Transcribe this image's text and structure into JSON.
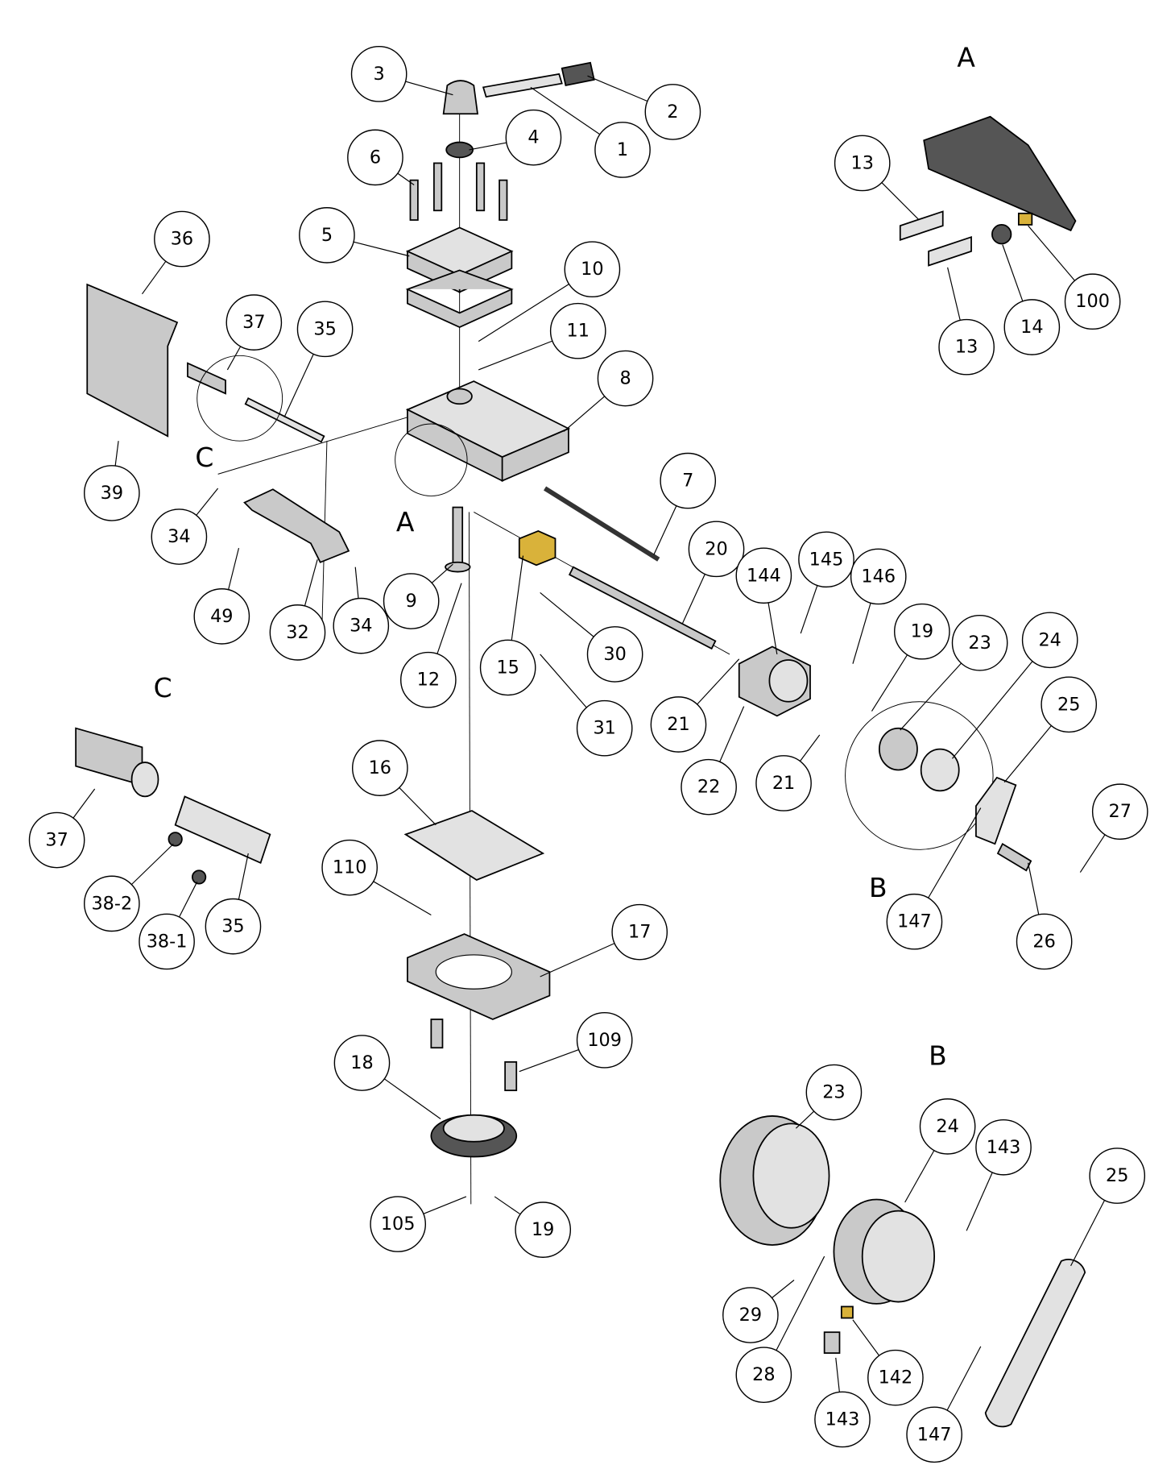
{
  "section_labels": [
    "A",
    "C",
    "A",
    "C",
    "B",
    "B"
  ],
  "callouts": [
    "1",
    "2",
    "3",
    "4",
    "6",
    "5",
    "36",
    "37",
    "35",
    "10",
    "11",
    "8",
    "39",
    "34",
    "49",
    "32",
    "34",
    "9",
    "12",
    "7",
    "20",
    "144",
    "145",
    "146",
    "19",
    "23",
    "24",
    "25",
    "15",
    "30",
    "31",
    "21",
    "22",
    "21",
    "27",
    "147",
    "26",
    "16",
    "37",
    "38-2",
    "38-1",
    "35",
    "110",
    "17",
    "109",
    "18",
    "105",
    "19",
    "13",
    "13",
    "14",
    "100",
    "23",
    "24",
    "143",
    "25",
    "29",
    "28",
    "142",
    "143",
    "147"
  ]
}
